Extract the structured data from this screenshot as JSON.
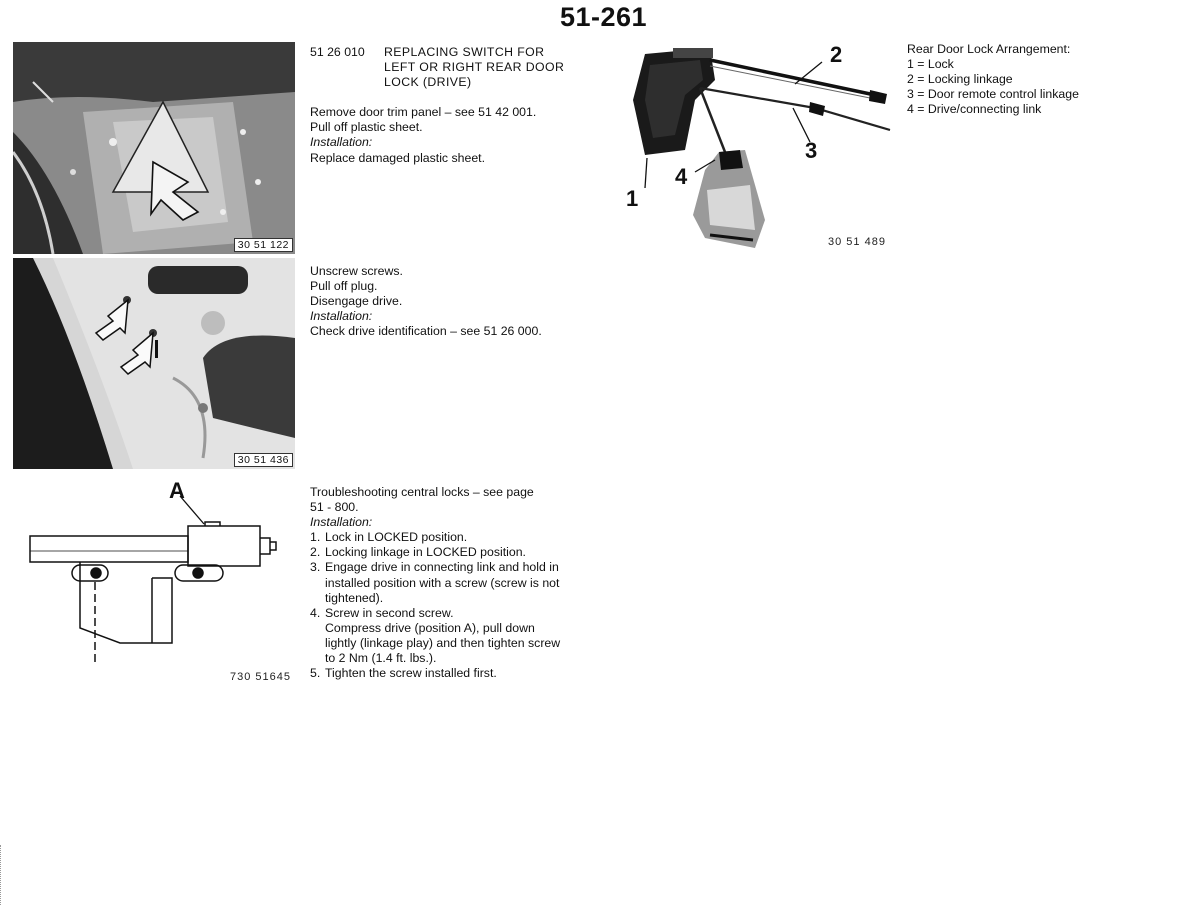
{
  "page_number": "51-261",
  "section1": {
    "code": "51 26 010",
    "title_lines": [
      "REPLACING SWITCH FOR",
      "LEFT OR RIGHT REAR DOOR",
      "LOCK (DRIVE)"
    ],
    "lines": [
      "Remove door trim panel – see 51 42 001.",
      "Pull off plastic sheet."
    ],
    "installation_label": "Installation:",
    "installation_lines": [
      "Replace damaged plastic sheet."
    ]
  },
  "section2": {
    "lines": [
      "Unscrew screws.",
      "Pull off plug.",
      "Disengage drive."
    ],
    "installation_label": "Installation:",
    "installation_lines": [
      "Check drive identification – see 51 26 000."
    ]
  },
  "section3": {
    "lines": [
      "Troubleshooting central locks – see page",
      "51 - 800."
    ],
    "installation_label": "Installation:",
    "steps": [
      {
        "n": "1.",
        "lines": [
          "Lock in LOCKED position."
        ]
      },
      {
        "n": "2.",
        "lines": [
          "Locking linkage in LOCKED position."
        ]
      },
      {
        "n": "3.",
        "lines": [
          "Engage drive in connecting link and hold in",
          "installed position with a screw (screw is not",
          "tightened)."
        ]
      },
      {
        "n": "4.",
        "lines": [
          "Screw in second screw.",
          "Compress drive (position A), pull down",
          "lightly (linkage play) and then tighten screw",
          "to 2 Nm (1.4 ft. lbs.)."
        ]
      },
      {
        "n": "5.",
        "lines": [
          "Tighten the screw installed first."
        ]
      }
    ]
  },
  "legend": {
    "heading": "Rear Door Lock Arrangement:",
    "items": [
      "1 = Lock",
      "2 = Locking linkage",
      "3 = Door remote control linkage",
      "4 = Drive/connecting link"
    ]
  },
  "figures": {
    "fig1_label": "30 51 122",
    "fig2_label": "30 51 436",
    "fig3_label": "730 51645",
    "fig3_callout": "A",
    "fig4_label": "30 51 489",
    "fig4_callouts": [
      "1",
      "2",
      "3",
      "4"
    ]
  }
}
